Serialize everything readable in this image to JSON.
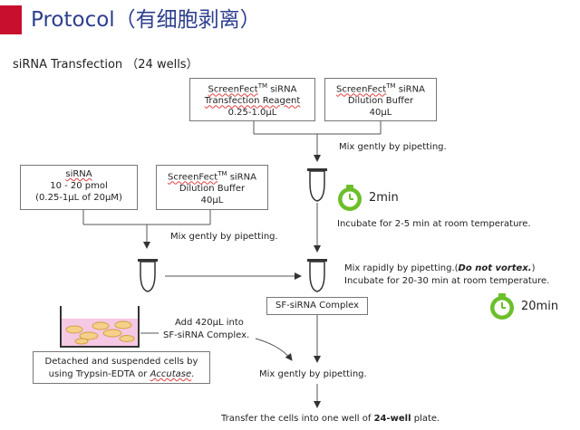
{
  "header": {
    "title": "Protocol（有细胞剥离）",
    "subtitle": "siRNA Transfection （24 wells）"
  },
  "boxes": {
    "reagent": {
      "line1_a": "ScreenFect",
      "line1_sup": "TM",
      "line1_b": " siRNA",
      "line2": "Transfection Reagent",
      "line3": "0.25-1.0μL"
    },
    "buffer_top": {
      "line1_a": "ScreenFect",
      "line1_sup": "TM",
      "line1_b": " siRNA",
      "line2": "Dilution Buffer",
      "line3": "40μL"
    },
    "sirna": {
      "line1": "siRNA",
      "line2": "10 - 20 pmol",
      "line3": "(0.25-1μL of 20μM)"
    },
    "buffer_left": {
      "line1_a": "ScreenFect",
      "line1_sup": "TM",
      "line1_b": " siRNA",
      "line2": "Dilution Buffer",
      "line3": "40μL"
    },
    "complex": {
      "label": "SF-siRNA Complex"
    },
    "cells": {
      "line1": "Detached and suspended  cells by",
      "line2_a": "using Trypsin-EDTA or ",
      "line2_b": "Accutase",
      "line2_c": "."
    }
  },
  "notes": {
    "mix_top": "Mix gently by pipetting.",
    "incubate_top": "Incubate for 2-5 min at room temperature.",
    "mix_left": "Mix gently by pipetting.",
    "mix_rapid_a": "Mix rapidly by pipetting.(",
    "mix_rapid_b": "Do not vortex.",
    "mix_rapid_c": ")",
    "incubate_mid": "Incubate for 20-30 min at room temperature.",
    "add_line1": "Add 420μL into",
    "add_line2": "SF-siRNA Complex.",
    "mix_bottom": "Mix gently by pipetting.",
    "transfer_a": "Transfer the cells into one well of ",
    "transfer_b": "24-well",
    "transfer_c": " plate."
  },
  "timers": {
    "first": "2min",
    "second": "20min"
  },
  "colors": {
    "title": "#2d3f8e",
    "accent": "#c8102e",
    "timer": "#6cbf2a",
    "tube": "#333333",
    "cells": "#f5c8e4"
  },
  "icons": [
    "tube-icon",
    "timer-icon",
    "cell-dish-icon"
  ]
}
